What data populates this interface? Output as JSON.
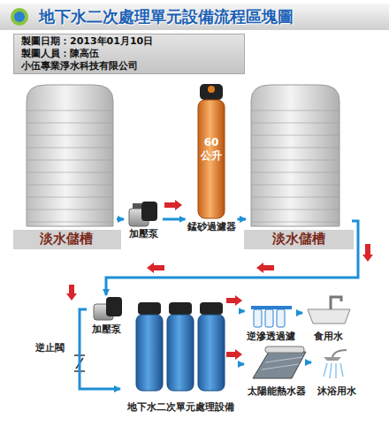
{
  "diagram": {
    "title": "地下水二次處理單元設備流程區塊圖",
    "nodes": [
      {
        "text": [
          "製圖日期：2013年01月10日",
          "製圖人員：陳高伍",
          "小伍專業淨水科技有限公司"
        ]
      },
      {
        "text": [
          "淡水儲槽"
        ]
      },
      {
        "text": [
          "加壓泵"
        ]
      },
      {
        "text": [
          "60 公升",
          "錳砂過濾器"
        ]
      },
      {
        "text": [
          "淡水儲槽"
        ]
      },
      {
        "text": [
          "加壓泵"
        ]
      },
      {
        "text": [
          "地下水二次單元處理設備"
        ]
      },
      {
        "text": [
          "逆滲透過濾"
        ]
      },
      {
        "text": [
          "食用水"
        ]
      },
      {
        "text": [
          "太陽能熱水器"
        ]
      },
      {
        "text": [
          "沐浴用水"
        ]
      }
    ],
    "edges": [
      {
        "from": 1,
        "to": 2,
        "arrow": "to"
      },
      {
        "from": 2,
        "to": 3,
        "arrow": "to"
      },
      {
        "from": 3,
        "to": 4,
        "arrow": "to"
      },
      {
        "from": 4,
        "to": 5,
        "arrow": "to"
      },
      {
        "from": 5,
        "to": 6,
        "arrow": "to"
      },
      {
        "from": 6,
        "to": 7,
        "arrow": "to"
      },
      {
        "from": 7,
        "to": 8,
        "arrow": "to"
      },
      {
        "from": 6,
        "to": 9,
        "arrow": "to"
      },
      {
        "from": 9,
        "to": 10,
        "arrow": "to"
      }
    ],
    "labels": [
      "逆止閥"
    ]
  }
}
